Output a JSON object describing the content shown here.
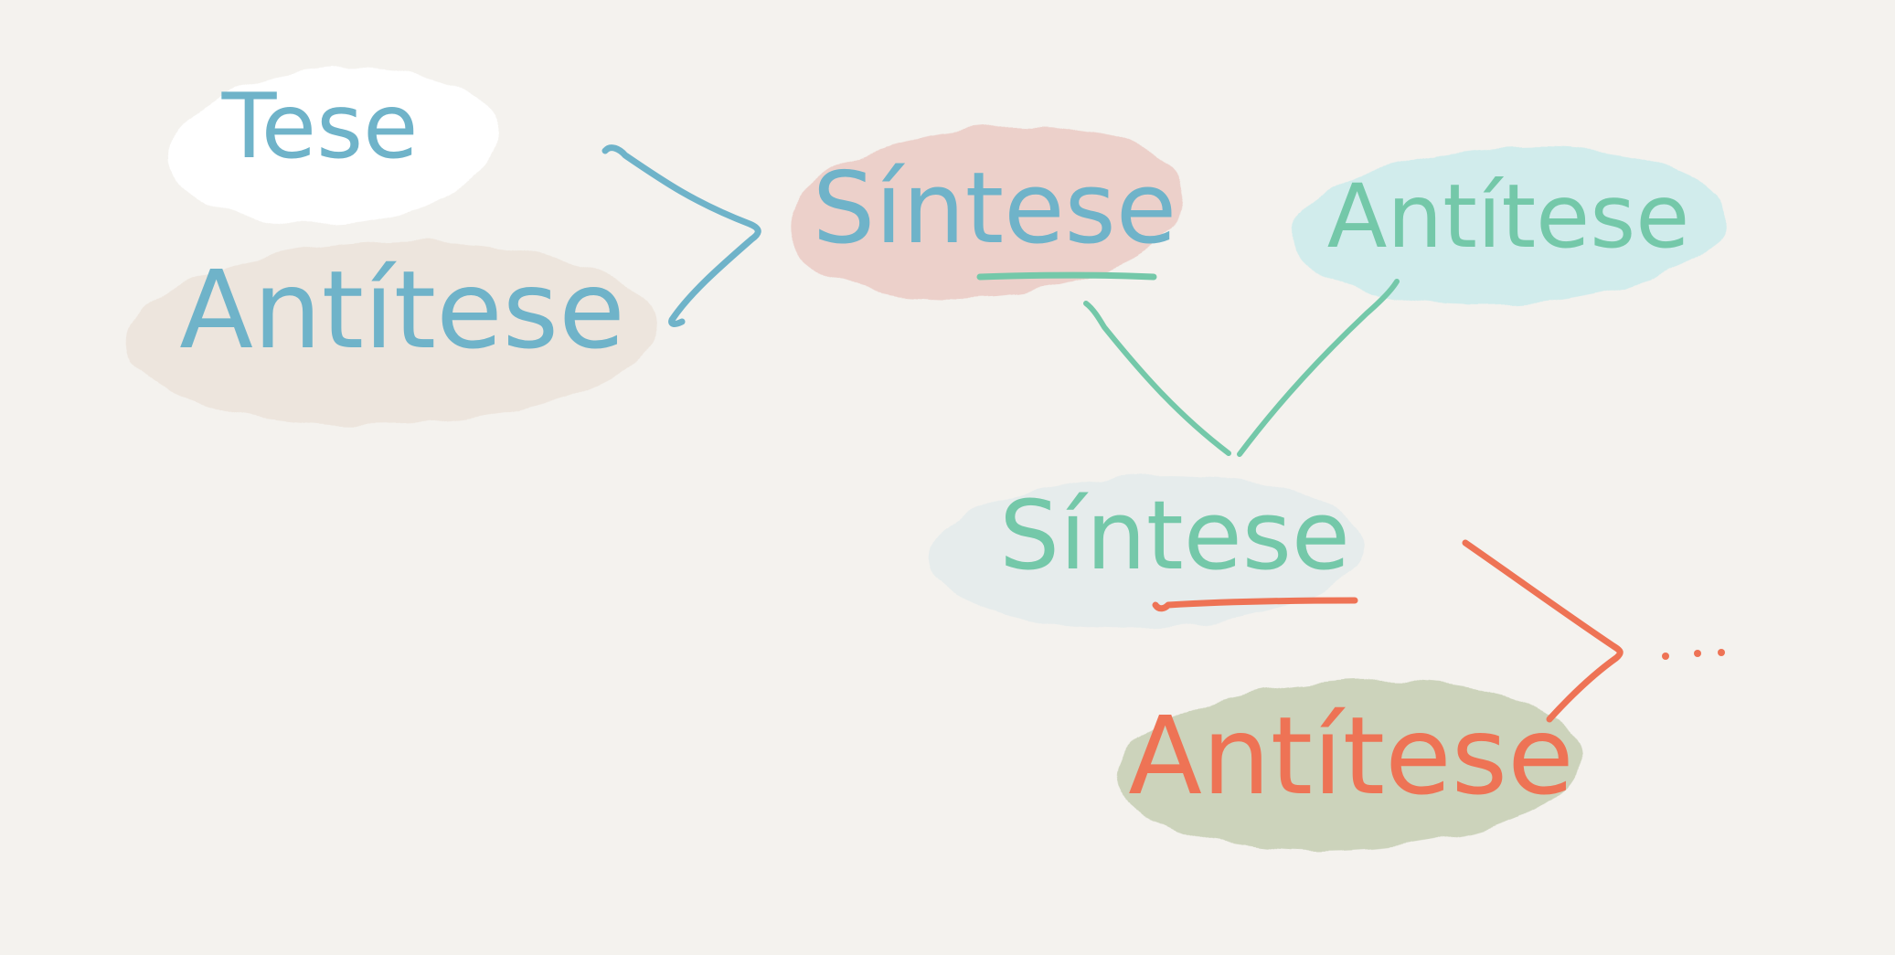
{
  "nodes": [
    {
      "id": "tese",
      "text": "Tese",
      "text_color": "#6fb3c9",
      "bubble_color": "#ffffff"
    },
    {
      "id": "antitese-1",
      "text": "Antítese",
      "text_color": "#6fb3c9",
      "bubble_color": "#ede5dd"
    },
    {
      "id": "sintese-1",
      "text": "Síntese",
      "text_color": "#6fb3c9",
      "bubble_color": "#ecd0ca"
    },
    {
      "id": "antitese-2",
      "text": "Antítese",
      "text_color": "#74c8a9",
      "bubble_color": "#d1ecec"
    },
    {
      "id": "sintese-2",
      "text": "Síntese",
      "text_color": "#74c8a9",
      "bubble_color": "#e6ecec"
    },
    {
      "id": "antitese-3",
      "text": "Antítese",
      "text_color": "#ee7355",
      "bubble_color": "#ccd3bb"
    }
  ],
  "continuation": "...",
  "colors": {
    "background": "#f4f2ee",
    "blue": "#6fb3c9",
    "green": "#74c8a9",
    "orange": "#ee7355"
  }
}
